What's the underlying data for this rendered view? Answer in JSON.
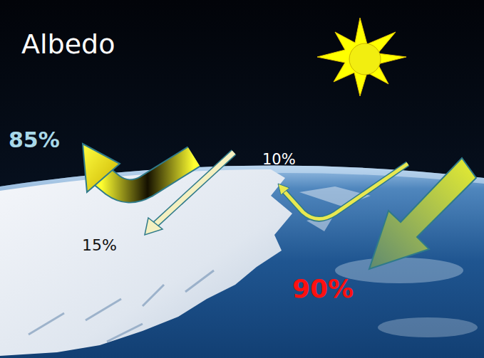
{
  "diagram": {
    "title": "Albedo",
    "labels": [
      "85%",
      "15%",
      "10%",
      "90%"
    ]
  }
}
